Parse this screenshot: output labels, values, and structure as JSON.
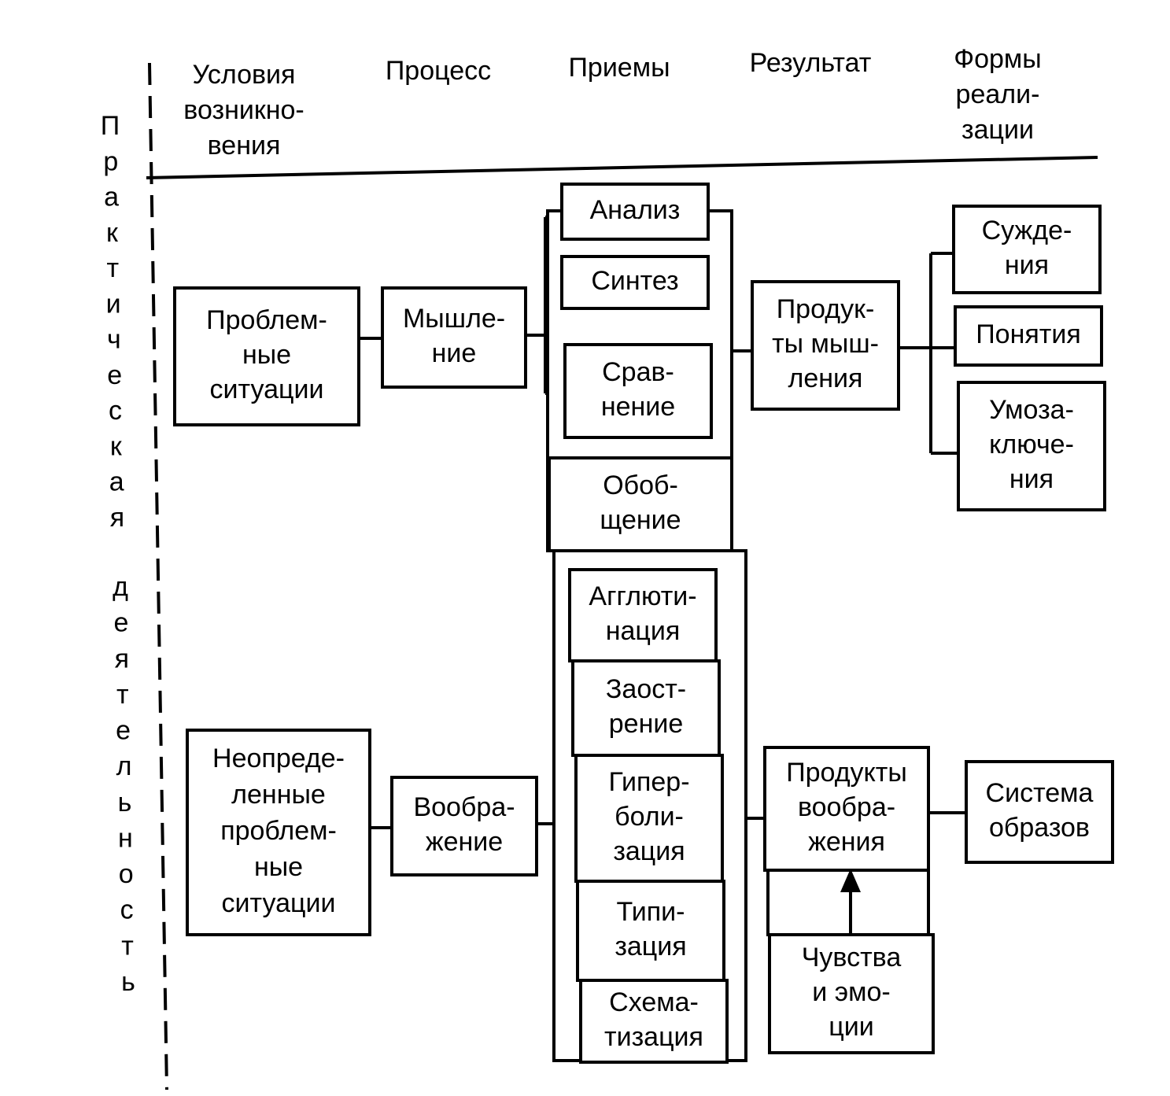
{
  "side_label": {
    "word1": [
      "П",
      "р",
      "а",
      "к",
      "т",
      "и",
      "ч",
      "е",
      "с",
      "к",
      "а",
      "я"
    ],
    "word2": [
      "д",
      "е",
      "я",
      "т",
      "е",
      "л",
      "ь",
      "н",
      "о",
      "с",
      "т",
      "ь"
    ]
  },
  "headers": {
    "conditions": [
      "Условия",
      "возникно-",
      "вения"
    ],
    "process": [
      "Процесс"
    ],
    "methods": [
      "Приемы"
    ],
    "result": [
      "Результат"
    ],
    "forms": [
      "Формы",
      "реали-",
      "зации"
    ]
  },
  "thinking_branch": {
    "condition": [
      "Проблем-",
      "ные",
      "ситуации"
    ],
    "process": [
      "Мышле-",
      "ние"
    ],
    "methods": {
      "analysis": [
        "Анализ"
      ],
      "synthesis": [
        "Синтез"
      ],
      "comparison": [
        "Срав-",
        "нение"
      ],
      "generalization": [
        "Обоб-",
        "щение"
      ]
    },
    "result": [
      "Продук-",
      "ты мыш-",
      "ления"
    ],
    "forms": {
      "judgments": [
        "Сужде-",
        "ния"
      ],
      "concepts": [
        "Понятия"
      ],
      "inferences": [
        "Умоза-",
        "ключе-",
        "ния"
      ]
    }
  },
  "imagination_branch": {
    "condition": [
      "Неопреде-",
      "ленные",
      "проблем-",
      "ные",
      "ситуации"
    ],
    "process": [
      "Вообра-",
      "жение"
    ],
    "methods": {
      "agglutination": [
        "Агглюти-",
        "нация"
      ],
      "sharpening": [
        "Заост-",
        "рение"
      ],
      "hyperbolization": [
        "Гипер-",
        "боли-",
        "зация"
      ],
      "typification": [
        "Типи-",
        "зация"
      ],
      "schematization": [
        "Схема-",
        "тизация"
      ]
    },
    "result": [
      "Продукты",
      "вообра-",
      "жения"
    ],
    "feelings": [
      "Чувства",
      "и эмо-",
      "ции"
    ],
    "forms": {
      "image_system": [
        "Система",
        "образов"
      ]
    }
  }
}
